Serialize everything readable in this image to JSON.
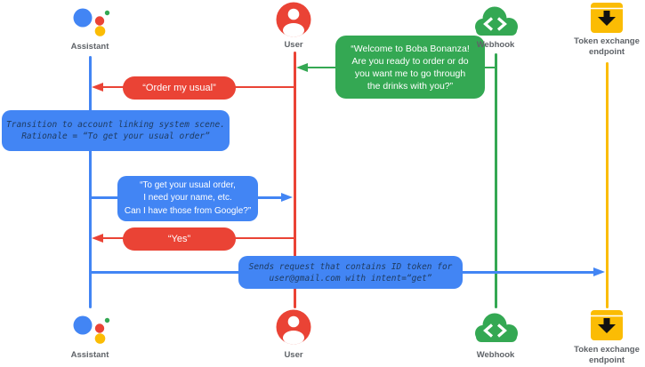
{
  "colors": {
    "blue": "#4285F4",
    "red": "#EA4335",
    "green": "#34A853",
    "yellow": "#FBBC04",
    "label_gray": "#5F6368",
    "note_text": "#1E3A5F"
  },
  "actors": {
    "assistant": {
      "label": "Assistant"
    },
    "user": {
      "label": "User"
    },
    "webhook": {
      "label": "Webhook"
    },
    "token": {
      "label_line1": "Token exchange",
      "label_line2": "endpoint"
    }
  },
  "messages": {
    "welcome": {
      "lines": [
        "“Welcome to Boba Bonanza!",
        "Are you ready to order or do",
        "you want me to go through",
        "the drinks with you?”"
      ]
    },
    "order_usual": {
      "text": "“Order my usual”"
    },
    "transition_note": {
      "lines": [
        "Transition to account linking system scene.",
        "Rationale = “To get your usual order”"
      ]
    },
    "ask_details": {
      "lines": [
        "“To get your usual order,",
        "I need your name, etc.",
        "Can I have those from Google?”"
      ]
    },
    "yes": {
      "text": "“Yes”"
    },
    "send_request": {
      "lines": [
        "Sends request that contains ID token for",
        "user@gmail.com with intent=“get”"
      ]
    }
  }
}
